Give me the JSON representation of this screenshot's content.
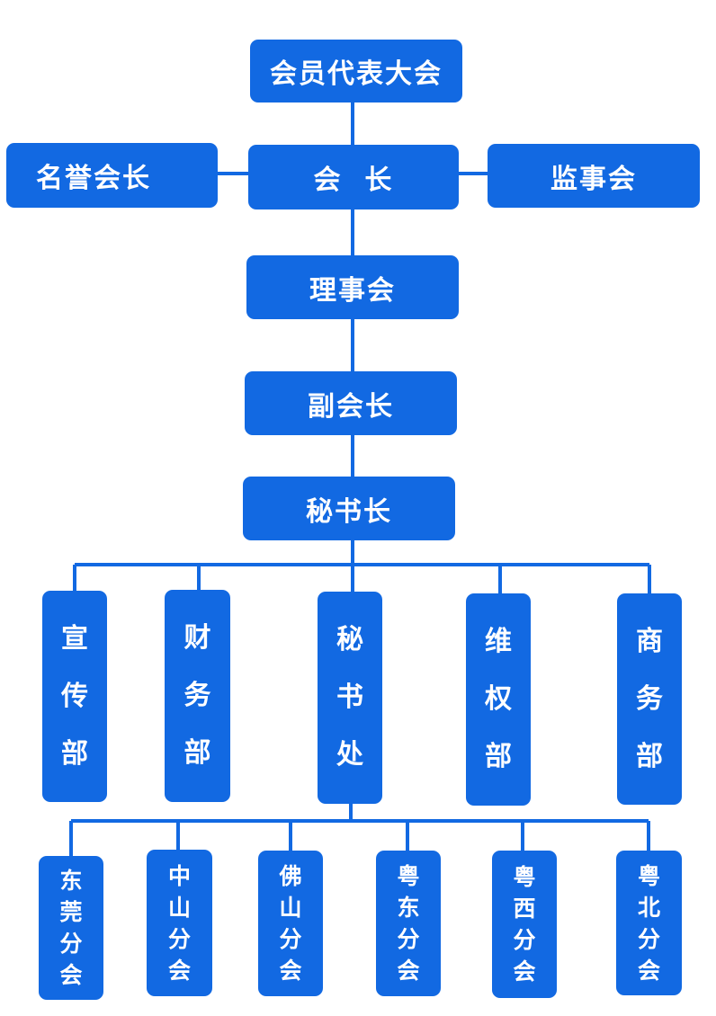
{
  "colors": {
    "box": "#1269e2",
    "line": "#1269e2",
    "text": "#ffffff"
  },
  "top": {
    "congress": "会员代表大会",
    "honorary_president": "名誉会长",
    "president": "会  长",
    "supervisory_board": "监事会",
    "council": "理事会",
    "vice_president": "副会长",
    "secretary_general": "秘书长"
  },
  "departments": [
    {
      "label": "宣传部"
    },
    {
      "label": "财务部"
    },
    {
      "label": "秘书处"
    },
    {
      "label": "维权部"
    },
    {
      "label": "商务部"
    }
  ],
  "branches": [
    {
      "label": "东莞分会"
    },
    {
      "label": "中山分会"
    },
    {
      "label": "佛山分会"
    },
    {
      "label": "粤东分会"
    },
    {
      "label": "粤西分会"
    },
    {
      "label": "粤北分会"
    }
  ]
}
